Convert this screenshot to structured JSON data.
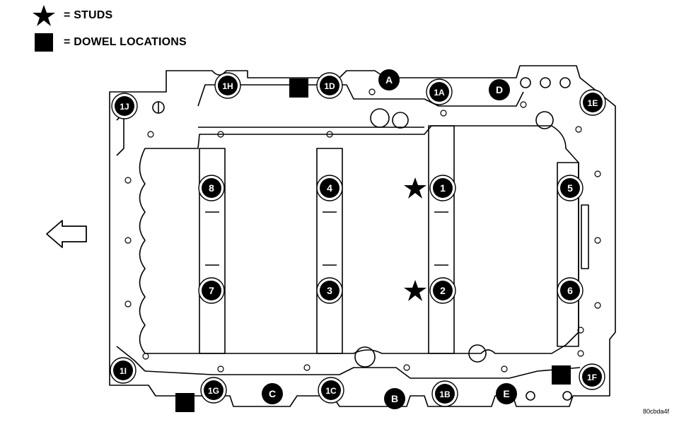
{
  "legend": {
    "studs_label": "= STUDS",
    "dowels_label": "= DOWEL LOCATIONS",
    "studs_icon": "star-icon",
    "dowels_icon": "filled-square-icon"
  },
  "caption": "80cbda4f",
  "bolt_labels": {
    "b1": "1",
    "b2": "2",
    "b3": "3",
    "b4": "4",
    "b5": "5",
    "b6": "6",
    "b7": "7",
    "b8": "8",
    "b1A": "1A",
    "b1B": "1B",
    "b1C": "1C",
    "b1D": "1D",
    "b1E": "1E",
    "b1F": "1F",
    "b1G": "1G",
    "b1H": "1H",
    "b1I": "1I",
    "b1J": "1J",
    "bA": "A",
    "bB": "B",
    "bC": "C",
    "bD": "D",
    "bE": "E"
  },
  "colors": {
    "ink": "#000000",
    "paper": "#ffffff",
    "gray": "#d8d8d8"
  }
}
